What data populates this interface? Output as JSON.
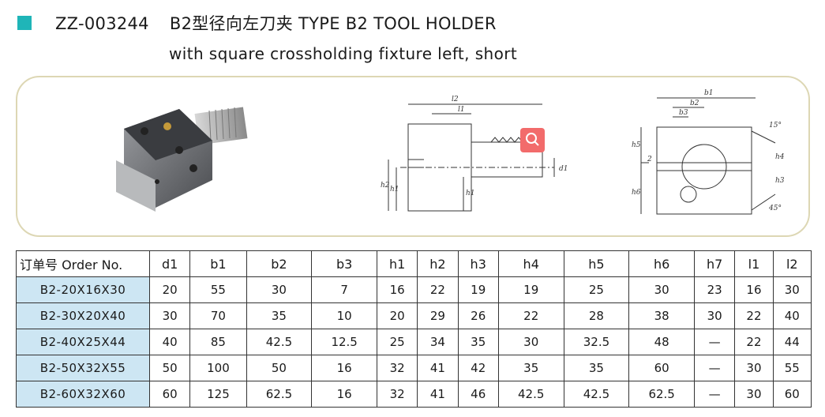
{
  "header": {
    "code": "ZZ-003244",
    "title": "B2型径向左刀夹 TYPE B2 TOOL HOLDER",
    "subtitle": "with square crossholding fixture left, short",
    "accent_color": "#1fb5b8"
  },
  "drawing_labels": {
    "l2": "l2",
    "l1": "l1",
    "h2": "h2",
    "h1": "h1",
    "d1": "d1",
    "b1": "b1",
    "b2": "b2",
    "b3": "b3",
    "h5": "h5",
    "h4": "h4",
    "h3": "h3",
    "h6": "h6",
    "dim2": "2",
    "angle15": "15°",
    "angle45": "45°"
  },
  "zoom_icon": "zoom-icon",
  "table": {
    "headers": [
      "订单号 Order No.",
      "d1",
      "b1",
      "b2",
      "b3",
      "h1",
      "h2",
      "h3",
      "h4",
      "h5",
      "h6",
      "h7",
      "l1",
      "l2"
    ],
    "rows": [
      [
        "B2-20X16X30",
        "20",
        "55",
        "30",
        "7",
        "16",
        "22",
        "19",
        "19",
        "25",
        "30",
        "23",
        "16",
        "30"
      ],
      [
        "B2-30X20X40",
        "30",
        "70",
        "35",
        "10",
        "20",
        "29",
        "26",
        "22",
        "28",
        "38",
        "30",
        "22",
        "40"
      ],
      [
        "B2-40X25X44",
        "40",
        "85",
        "42.5",
        "12.5",
        "25",
        "34",
        "35",
        "30",
        "32.5",
        "48",
        "—",
        "22",
        "44"
      ],
      [
        "B2-50X32X55",
        "50",
        "100",
        "50",
        "16",
        "32",
        "41",
        "42",
        "35",
        "35",
        "60",
        "—",
        "30",
        "55"
      ],
      [
        "B2-60X32X60",
        "60",
        "125",
        "62.5",
        "16",
        "32",
        "41",
        "46",
        "42.5",
        "42.5",
        "62.5",
        "—",
        "30",
        "60"
      ]
    ]
  }
}
